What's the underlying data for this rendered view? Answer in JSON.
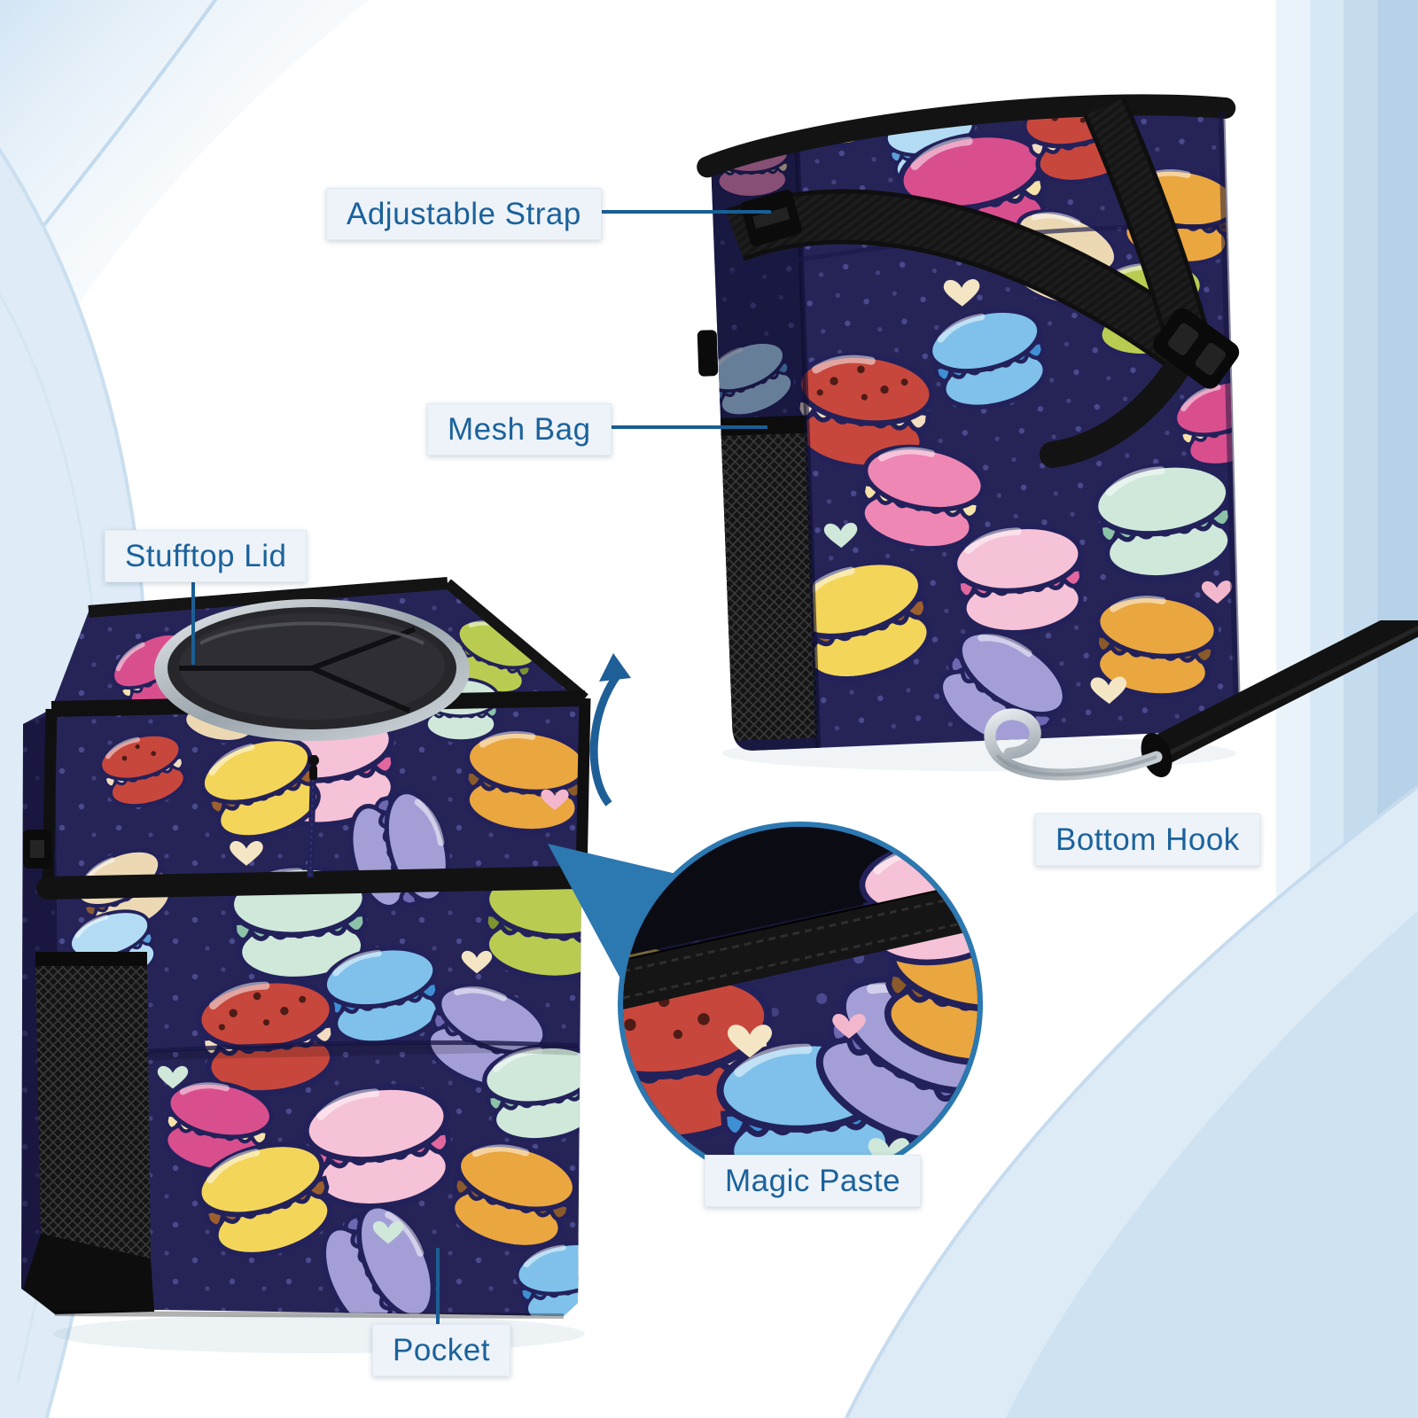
{
  "annotations": {
    "adjustable_strap": "Adjustable Strap",
    "mesh_bag": "Mesh Bag",
    "stufftop_lid": "Stufftop Lid",
    "bottom_hook": "Bottom Hook",
    "magic_paste": "Magic Paste",
    "pocket": "Pocket"
  },
  "icons": {
    "open_flap_arrow": "curved-up-arrow",
    "bottom_hook_image": "metal-s-hook",
    "zoom_inset": "magnified-detail-circle"
  },
  "colors": {
    "accent_blue": "#2c78b1",
    "label_text": "#1b629c",
    "label_bg": "#edf3f8",
    "callout_line": "#1a5e94",
    "bag_navy": "#262457",
    "trim_black": "#121212",
    "backdrop_blue": "#d8e9f5"
  }
}
